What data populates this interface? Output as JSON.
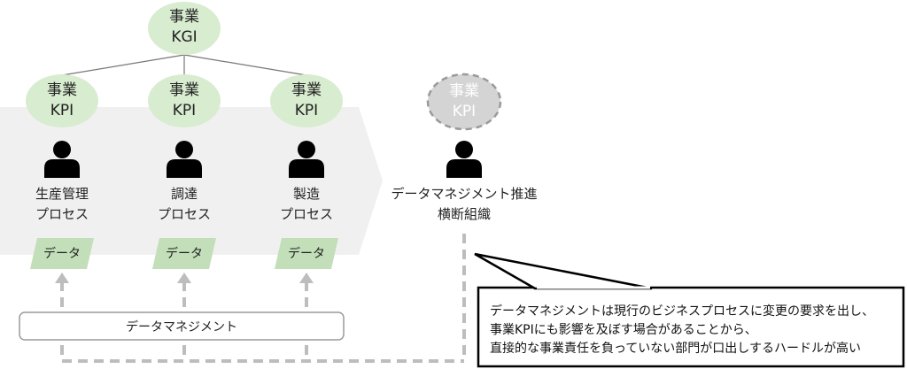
{
  "top_node": {
    "line1": "事業",
    "line2": "KGI"
  },
  "kpi_nodes": [
    {
      "line1": "事業",
      "line2": "KPI"
    },
    {
      "line1": "事業",
      "line2": "KPI"
    },
    {
      "line1": "事業",
      "line2": "KPI"
    }
  ],
  "dashed_kpi": {
    "line1": "事業",
    "line2": "KPI"
  },
  "processes": [
    {
      "line1": "生産管理",
      "line2": "プロセス",
      "data": "データ"
    },
    {
      "line1": "調達",
      "line2": "プロセス",
      "data": "データ"
    },
    {
      "line1": "製造",
      "line2": "プロセス",
      "data": "データ"
    }
  ],
  "org": {
    "line1": "データマネジメント推進",
    "line2": "横断組織"
  },
  "data_management": "データマネジメント",
  "callout": {
    "line1": "データマネジメントは現行のビジネスプロセスに変更の要求を出し、",
    "line2": "事業KPIにも影響を及ぼす場合があることから、",
    "line3": "直接的な事業責任を負っていない部門が口出しするハードルが高い"
  },
  "colors": {
    "green": "#d8ecd0",
    "gray_node": "#d4d4d4",
    "chevron": "#f0f0f0",
    "data_box": "#c2dfb9",
    "dashed": "#bdbdbd"
  }
}
